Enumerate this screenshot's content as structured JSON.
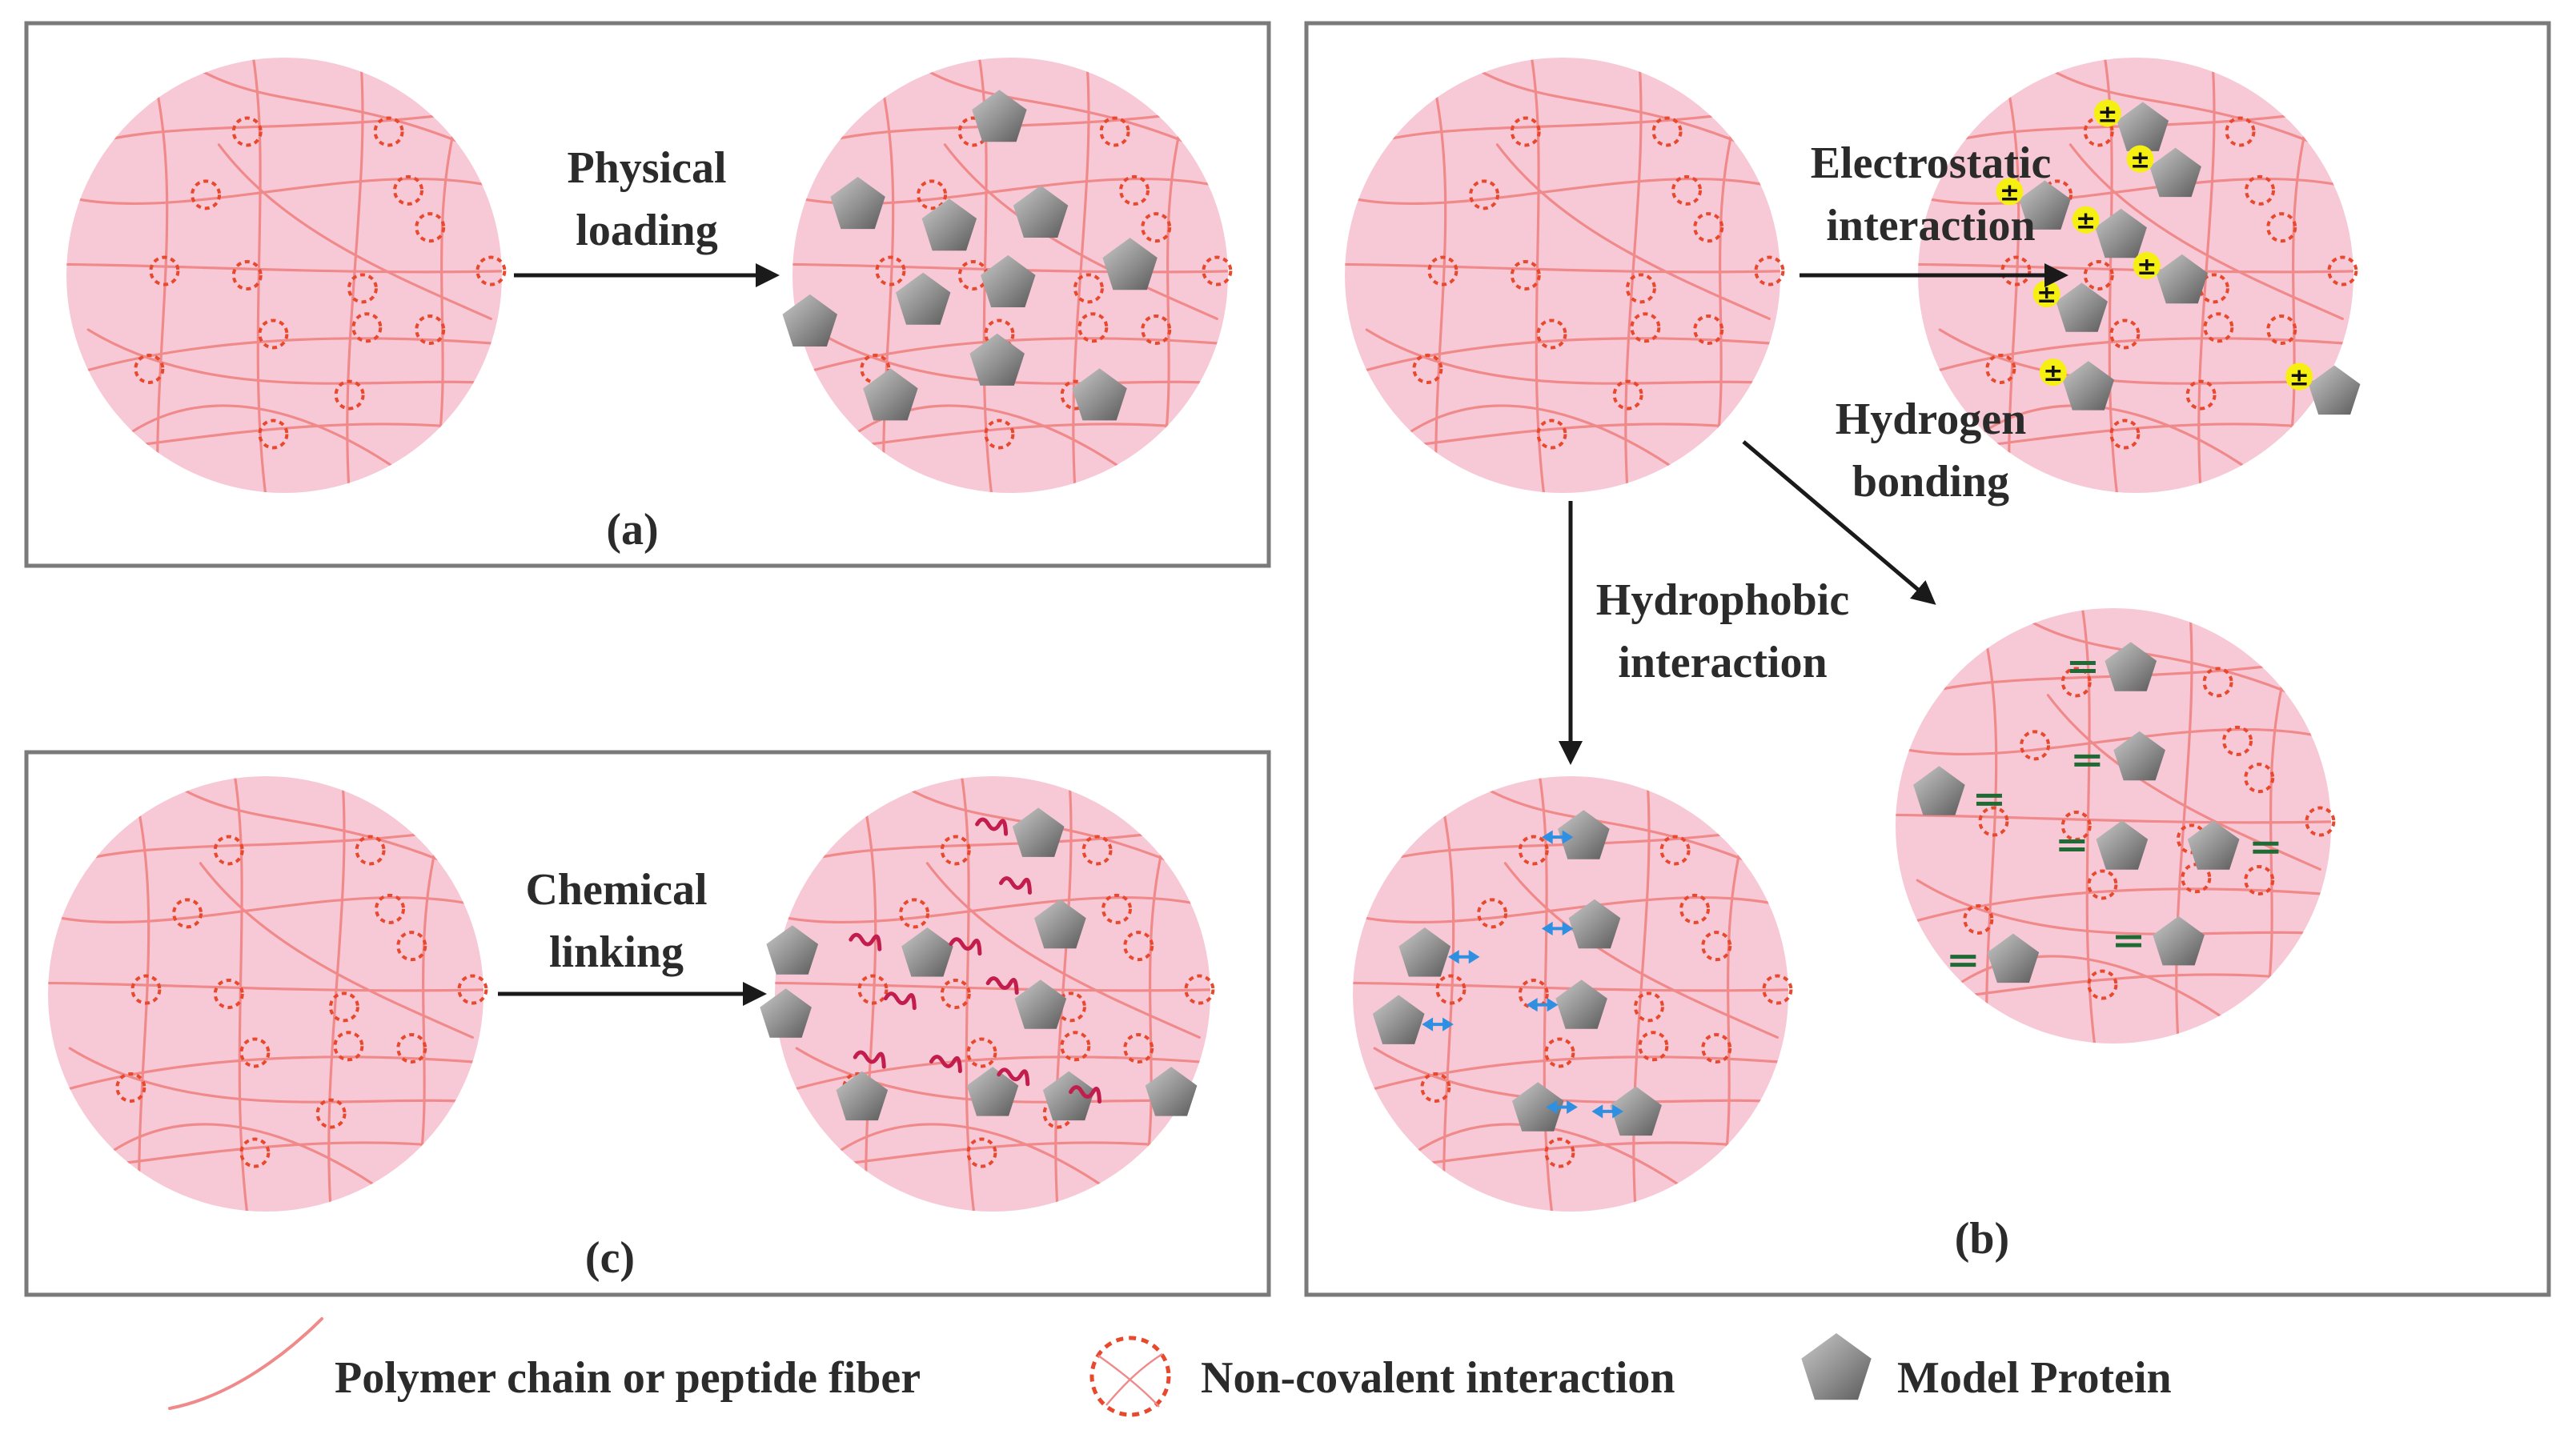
{
  "panels": {
    "a": {
      "label": "(a)",
      "arrow_text_line1": "Physical",
      "arrow_text_line2": "loading"
    },
    "b": {
      "label": "(b)",
      "electrostatic_line1": "Electrostatic",
      "electrostatic_line2": "interaction",
      "hydrogen_line1": "Hydrogen",
      "hydrogen_line2": "bonding",
      "hydrophobic_line1": "Hydrophobic",
      "hydrophobic_line2": "interaction",
      "charge_symbol": "±"
    },
    "c": {
      "label": "(c)",
      "arrow_text_line1": "Chemical",
      "arrow_text_line2": "linking"
    }
  },
  "legend": {
    "fiber_label": "Polymer chain or peptide fiber",
    "noncovalent_label": "Non-covalent interaction",
    "protein_label": "Model Protein"
  },
  "colors": {
    "gel_fill": "#f7c9d7",
    "fiber": "#f08a8a",
    "crosslink": "#e8482b",
    "protein": "#8e8e8e",
    "chemical_link": "#c21d4c",
    "hydrogen_bond": "#1e6b35",
    "hydrophobic": "#2f8fe0",
    "charge": "#f6ef12"
  }
}
